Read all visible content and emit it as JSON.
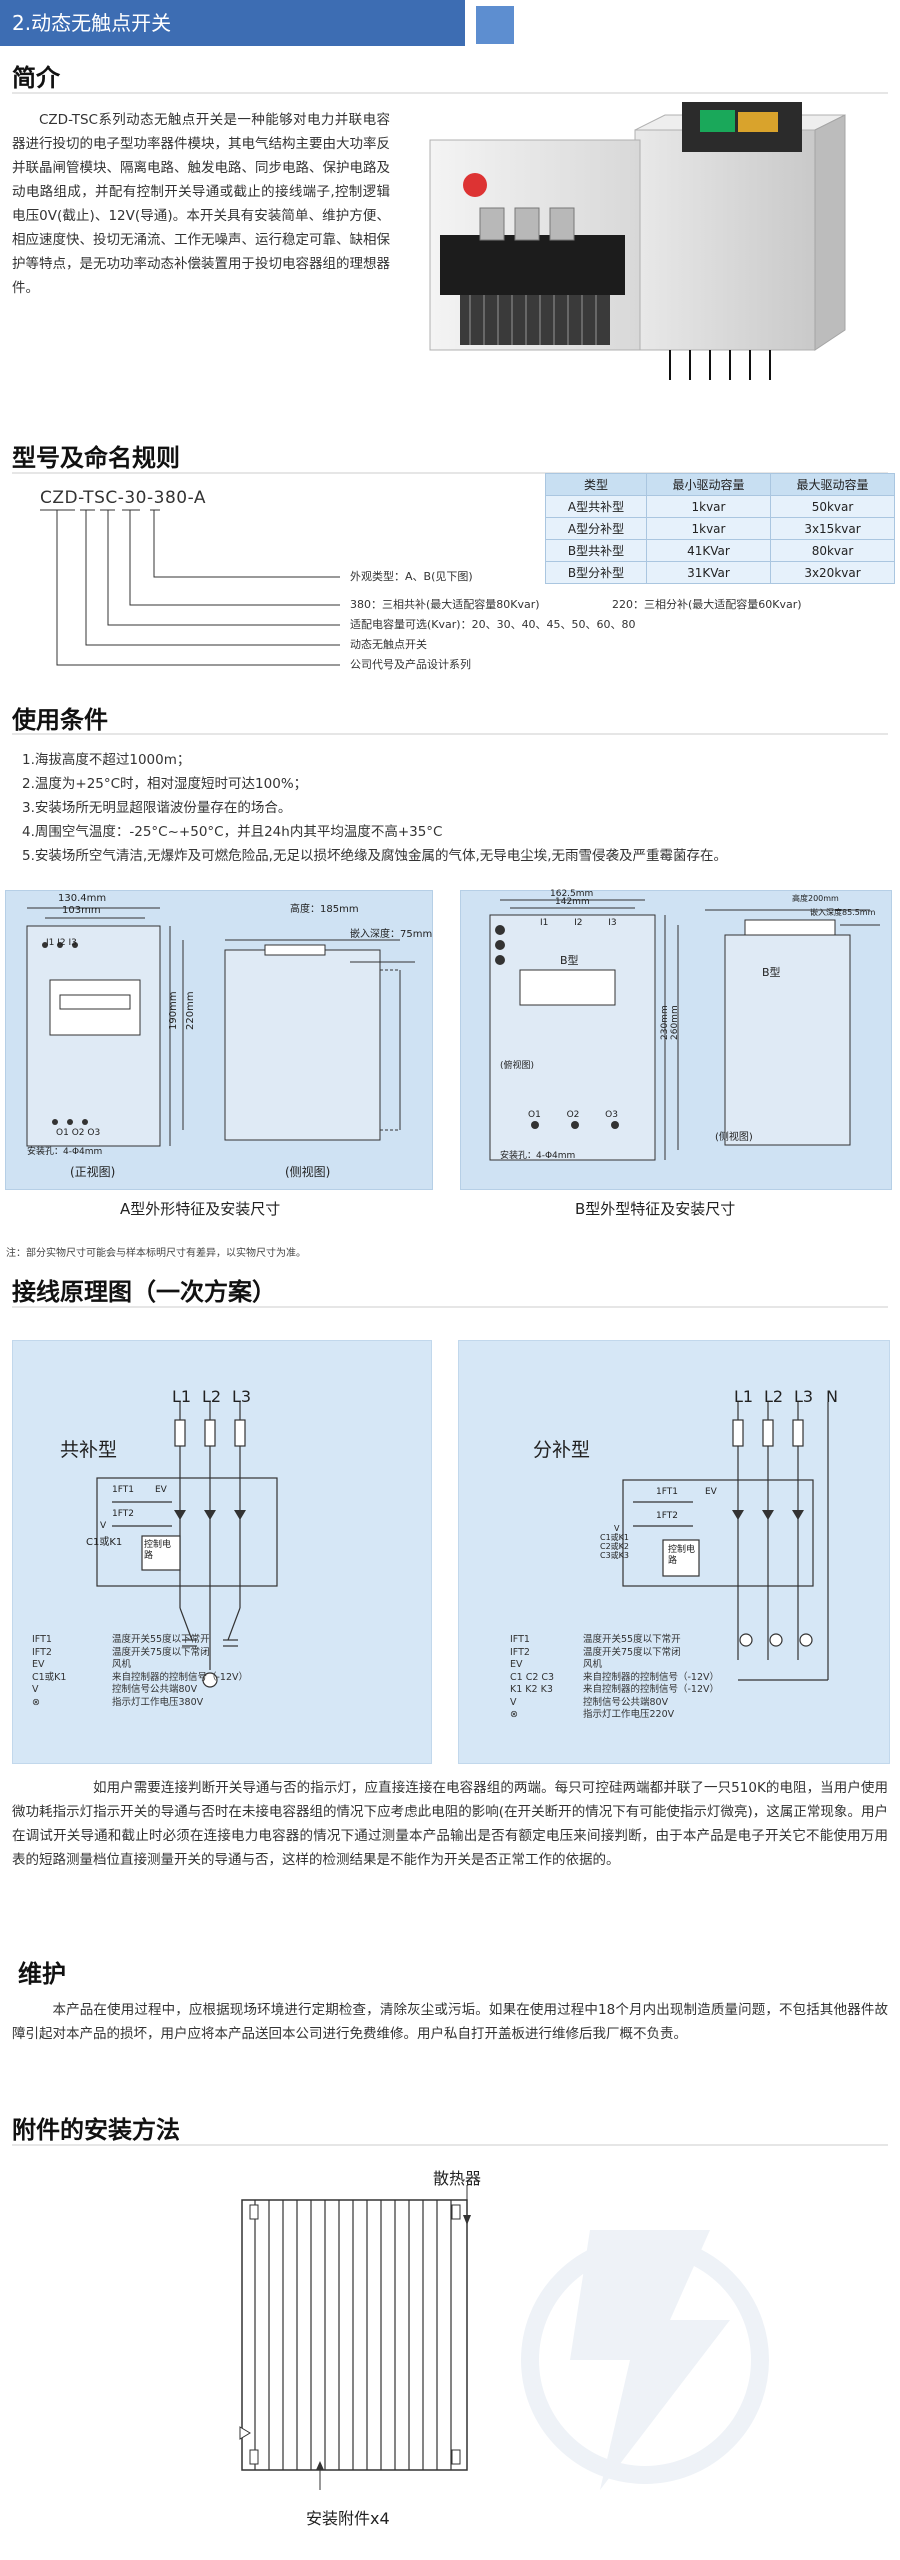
{
  "banner": {
    "title": "2.动态无触点开关"
  },
  "intro": {
    "heading": "简介",
    "text": "CZD-TSC系列动态无触点开关是一种能够对电力并联电容器进行投切的电子型功率器件模块，其电气结构主要由大功率反并联晶闸管模块、隔离电路、触发电路、同步电路、保护电路及动电路组成，并配有控制开关导通或截止的接线端子,控制逻辑电压0V(截止)、12V(导通)。本开关具有安装简单、维护方便、相应速度快、投切无涌流、工作无噪声、运行稳定可靠、缺相保护等特点，是无功功率动态补偿装置用于投切电容器组的理想器件。"
  },
  "model": {
    "heading": "型号及命名规则",
    "code": "CZD-TSC-30-380-A",
    "labels": [
      "外观类型：A、B(见下图)",
      "380：三相共补(最大适配容量80Kvar)",
      "220：三相分补(最大适配容量60Kvar)",
      "适配电容量可选(Kvar)：20、30、40、45、50、60、80",
      "动态无触点开关",
      "公司代号及产品设计系列"
    ],
    "table": {
      "headers": [
        "类型",
        "最小驱动容量",
        "最大驱动容量"
      ],
      "rows": [
        [
          "A型共补型",
          "1kvar",
          "50kvar"
        ],
        [
          "A型分补型",
          "1kvar",
          "3x15kvar"
        ],
        [
          "B型共补型",
          "41KVar",
          "80kvar"
        ],
        [
          "B型分补型",
          "31KVar",
          "3x20kvar"
        ]
      ]
    }
  },
  "conditions": {
    "heading": "使用条件",
    "items": [
      "1.海拔高度不超过1000m；",
      "2.温度为+25°C时，相对湿度短时可达100%；",
      "3.安装场所无明显超限谐波份量存在的场合。",
      "4.周围空气温度：-25°C~+50°C，并且24h内其平均温度不高+35°C",
      "5.安装场所空气清洁,无爆炸及可燃危险品,无足以损坏绝缘及腐蚀金属的气体,无导电尘埃,无雨雪侵袭及严重霉菌存在。"
    ]
  },
  "dims": {
    "a": {
      "w1": "130.4mm",
      "w2": "103mm",
      "h1": "190mm",
      "h2": "220mm",
      "depth": "高度：185mm",
      "embed": "嵌入深度：75mm",
      "hole": "安装孔：4-Φ4mm",
      "front": "(正视图)",
      "side": "(侧视图)",
      "caption": "A型外形特征及安装尺寸"
    },
    "b": {
      "w1": "162.5mm",
      "w2": "142mm",
      "h1": "230mm",
      "h2": "260mm",
      "depth": "高度200mm",
      "embed": "嵌入深度85.5mm",
      "type": "B型",
      "type2": "B型",
      "top": "(俯视图)",
      "hole": "安装孔：4-Φ4mm",
      "side": "(侧视图)",
      "caption": "B型外型特征及安装尺寸"
    },
    "terminals_in": [
      "I1",
      "I2",
      "I3"
    ],
    "terminals_out": [
      "O1",
      "O2",
      "O3"
    ],
    "note": "注：部分实物尺寸可能会与样本标明尺寸有差异，以实物尺寸为准。"
  },
  "wiring": {
    "heading": "接线原理图（一次方案）",
    "left": {
      "title": "共补型",
      "phases": [
        "L1",
        "L2",
        "L3"
      ],
      "ft1": "1FT1",
      "ft2": "1FT2",
      "ev": "EV",
      "v": "V",
      "ck": "C1或K1",
      "ctrl": "控制电路",
      "legend_keys": [
        "IFT1",
        "IFT2",
        "EV",
        "C1或K1",
        "V",
        "⊗"
      ],
      "legend_vals": [
        "温度开关55度以下常开",
        "温度开关75度以下常闭",
        "风机",
        "来自控制器的控制信号（-12V）",
        "控制信号公共端80V",
        "指示灯工作电压380V"
      ]
    },
    "right": {
      "title": "分补型",
      "phases": [
        "L1",
        "L2",
        "L3",
        "N"
      ],
      "ft1": "1FT1",
      "ft2": "1FT2",
      "ev": "EV",
      "v": "V",
      "ck": [
        "C1或K1",
        "C2或K2",
        "C3或K3"
      ],
      "ctrl": "控制电路",
      "legend_keys": [
        "IFT1",
        "IFT2",
        "EV",
        "C1 C2 C3",
        "K1 K2 K3",
        "V",
        "⊗"
      ],
      "legend_vals": [
        "温度开关55度以下常开",
        "温度开关75度以下常闭",
        "风机",
        "来自控制器的控制信号（-12V）",
        "来自控制器的控制信号（-12V）",
        "控制信号公共端80V",
        "指示灯工作电压220V"
      ]
    },
    "text": "如用户需要连接判断开关导通与否的指示灯，应直接连接在电容器组的两端。每只可控硅两端都并联了一只510K的电阻，当用户使用微功耗指示灯指示开关的导通与否时在未接电容器组的情况下应考虑此电阻的影响(在开关断开的情况下有可能使指示灯微亮)，这属正常现象。用户在调试开关导通和截止时必须在连接电力电容器的情况下通过测量本产品输出是否有额定电压来间接判断，由于本产品是电子开关它不能使用万用表的短路测量档位直接测量开关的导通与否，这样的检测结果是不能作为开关是否正常工作的依据的。"
  },
  "maint": {
    "heading": "维护",
    "text": "本产品在使用过程中，应根据现场环境进行定期检查，清除灰尘或污垢。如果在使用过程中18个月内出现制造质量问题，不包括其他器件故障引起对本产品的损坏，用户应将本产品送回本公司进行免费维修。用户私自打开盖板进行维修后我厂概不负责。"
  },
  "accessory": {
    "heading": "附件的安装方法",
    "heatsink": "散热器",
    "fitting": "安装附件x4"
  },
  "colors": {
    "accent": "#3d6db3",
    "panel": "#cfe2f3",
    "table_head": "#c8dff2"
  }
}
